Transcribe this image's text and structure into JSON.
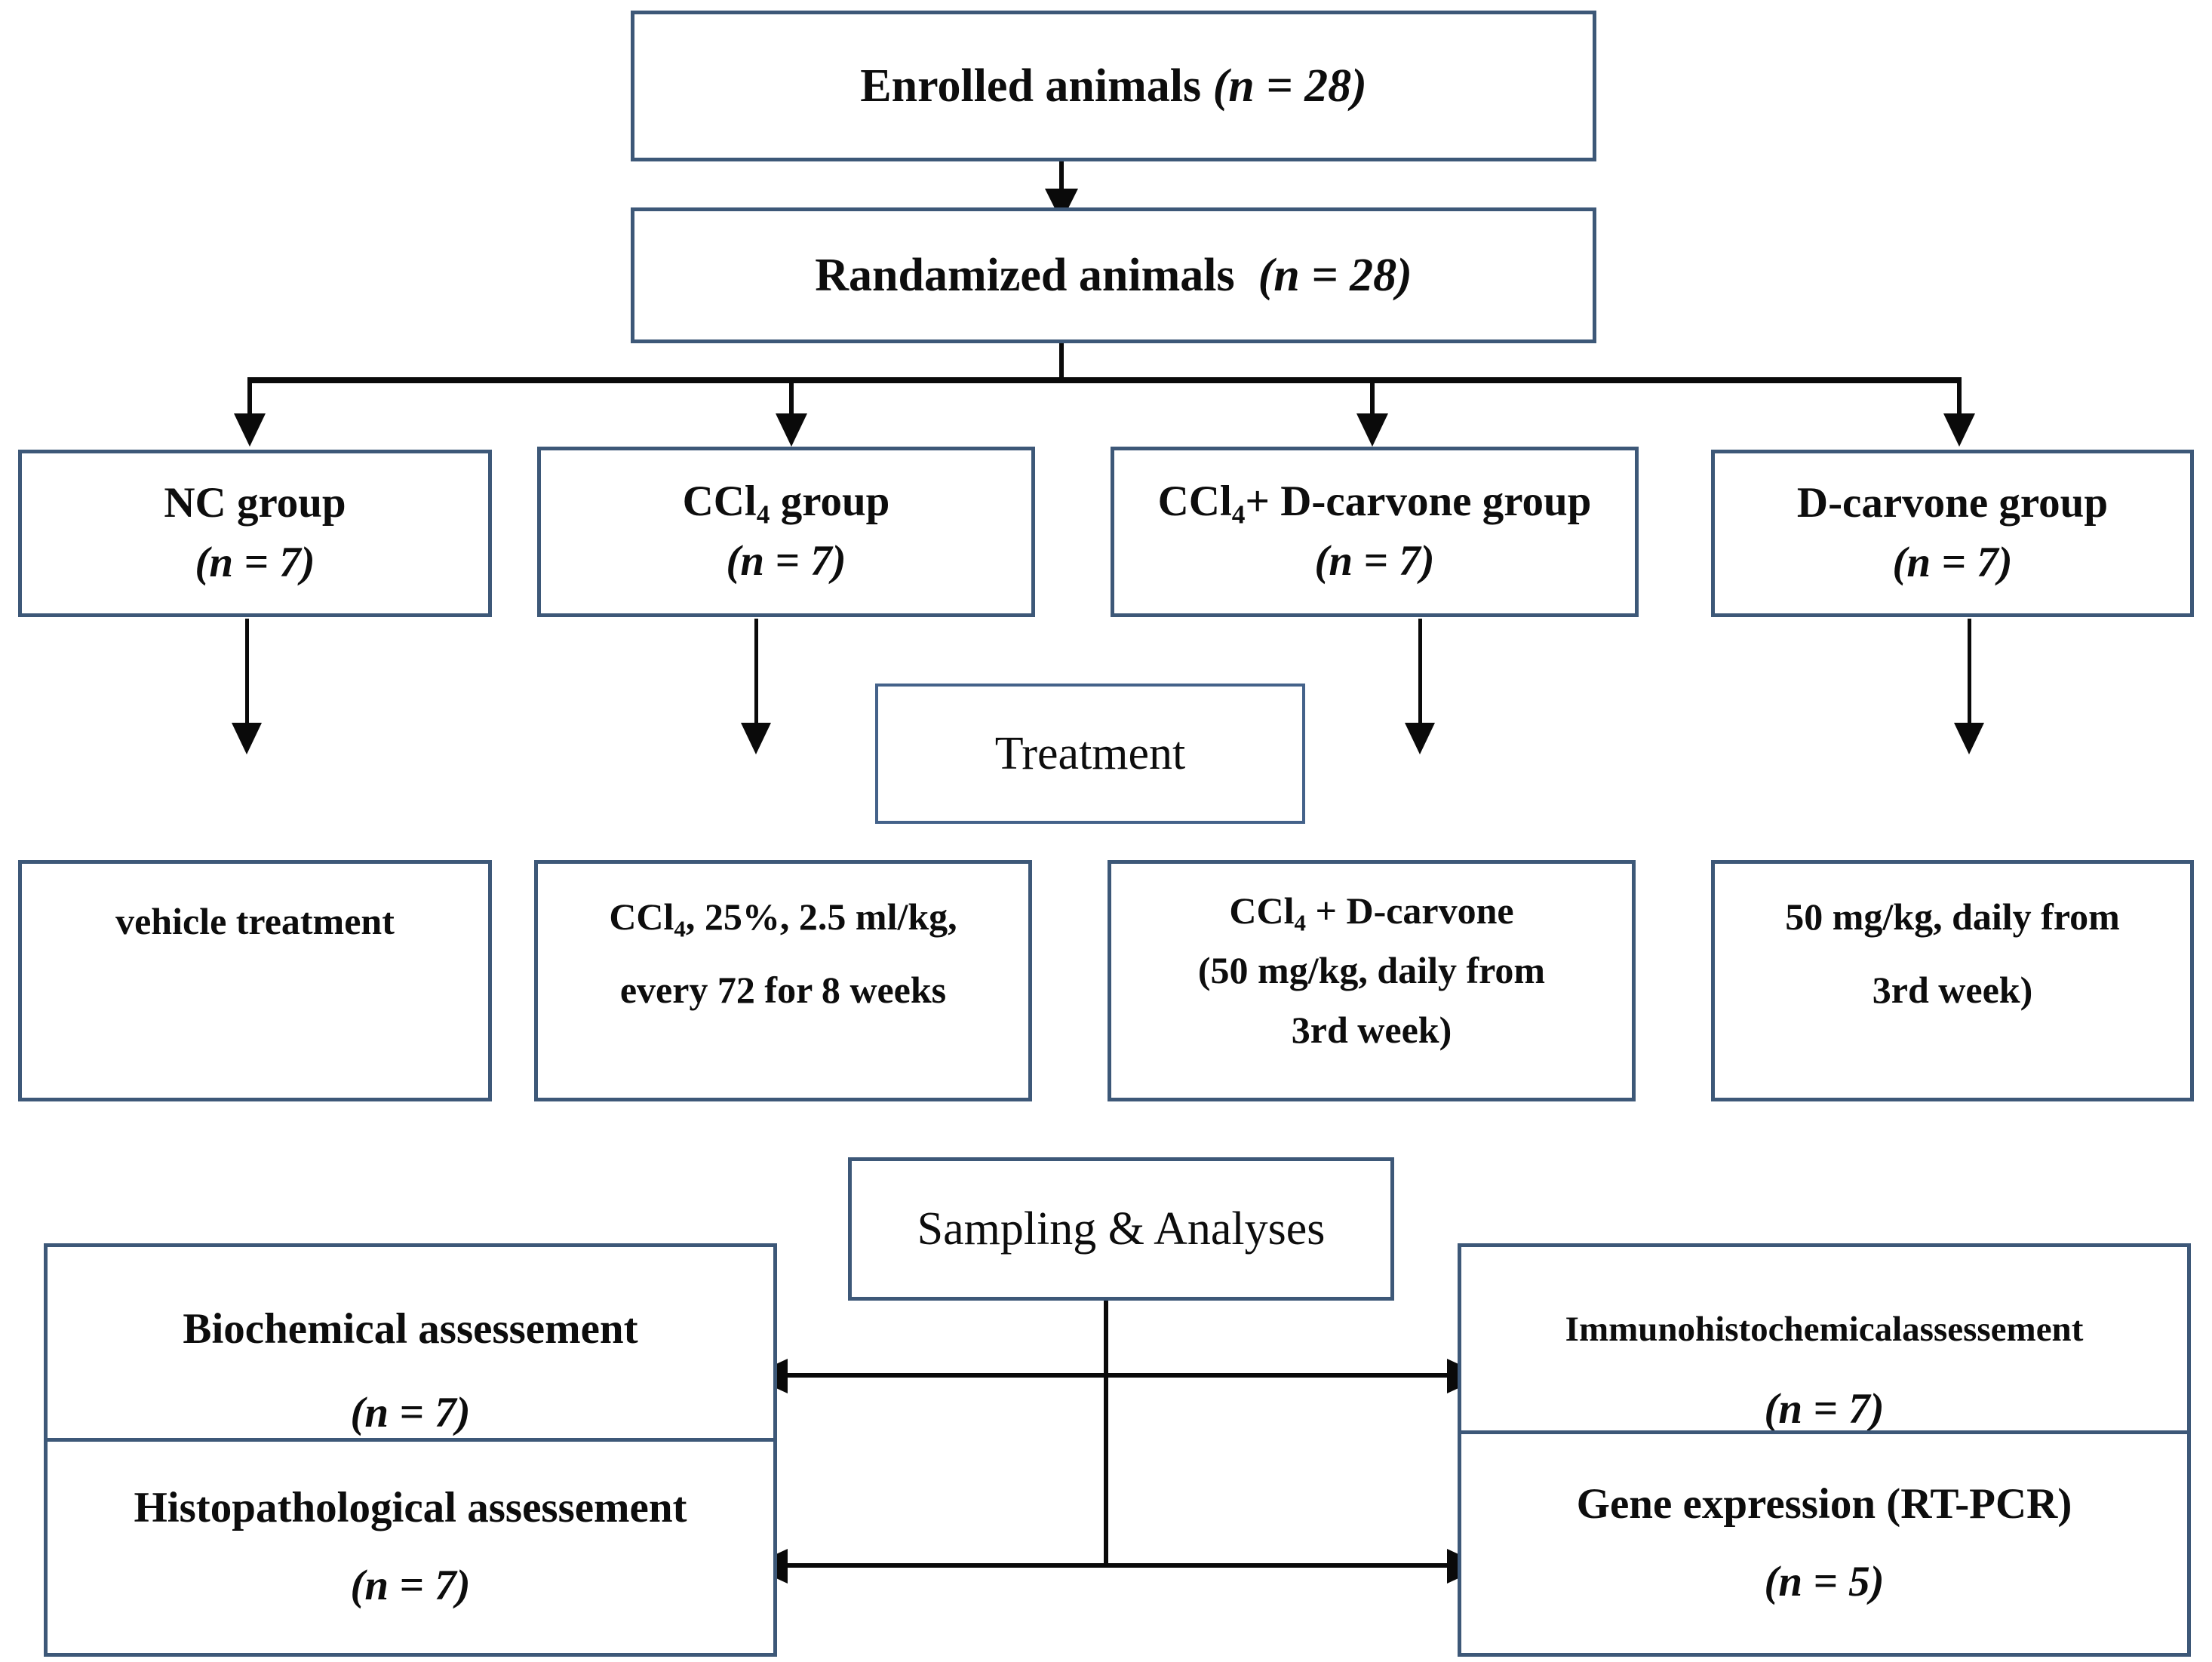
{
  "diagram": {
    "title": "Experimental design flowchart",
    "accent_border_color": "#3d5878",
    "line_color": "#0a0a0a",
    "background": "#ffffff"
  },
  "enrollment": {
    "enrolled_label": "Enrolled animals",
    "enrolled_n": "(n = 28)",
    "randomized_label": "Randamized animals",
    "randomized_n": "(n = 28)"
  },
  "groups": [
    {
      "name": "NC group",
      "n": "(n = 7)"
    },
    {
      "name_pre": "CCl",
      "name_sub": "4",
      "name_post": " group",
      "n": "(n = 7)"
    },
    {
      "name_pre": "CCl",
      "name_sub": "4",
      "name_post": "+ D-carvone group",
      "n": "(n = 7)"
    },
    {
      "name": "D-carvone group",
      "n": "(n = 7)"
    }
  ],
  "treatment_header": "Treatment",
  "treatments": [
    {
      "lines": [
        "vehicle treatment"
      ]
    },
    {
      "line1_pre": "CCl",
      "line1_sub": "4",
      "line1_post": ", 25%, 2.5 ml/kg,",
      "line2": "every 72 for 8 weeks"
    },
    {
      "line1_pre": "CCl",
      "line1_sub": "4",
      "line1_post": " + D-carvone",
      "line2": "(50 mg/kg, daily from",
      "line3": "3rd week)"
    },
    {
      "line1": "50 mg/kg, daily from",
      "line2": "3rd week)"
    }
  ],
  "sampling": {
    "header": "Sampling & Analyses",
    "outcomes": [
      {
        "label": "Biochemical assessement",
        "n": "(n = 7)"
      },
      {
        "label": "Immunohistochemicalassessement",
        "n": "(n = 7)"
      },
      {
        "label": "Histopathological assessement",
        "n": "(n = 7)"
      },
      {
        "label": "Gene expression (RT-PCR)",
        "n": "(n = 5)"
      }
    ]
  }
}
